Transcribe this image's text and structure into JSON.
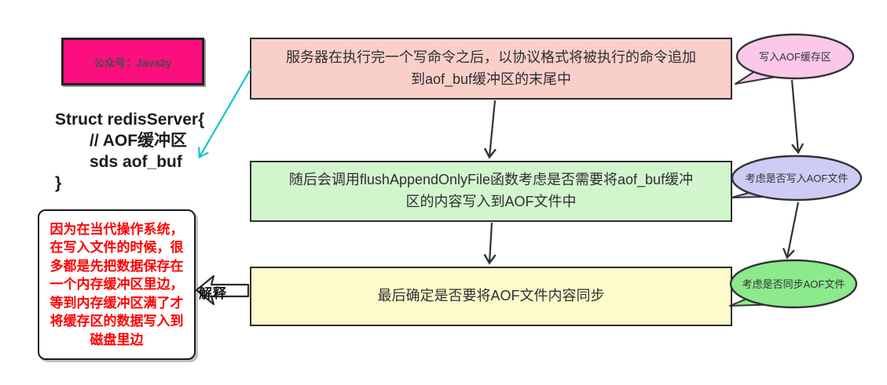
{
  "watermark": {
    "label": "公众号：Java3y",
    "bg": "#fb0f7f"
  },
  "struct_code": {
    "lines": [
      "Struct redisServer{",
      "// AOF缓冲区",
      "sds aof_buf",
      "}"
    ]
  },
  "note": {
    "text": "因为在当代操作系统，\n在写入文件的时候，很\n多都是先把数据保存在\n一个内存缓冲区里边，\n等到内存缓冲区满了才\n将缓存区的数据写入到\n磁盘里边",
    "text_color": "#ff0000"
  },
  "explain_label": "解释",
  "flow": {
    "steps": [
      {
        "id": "step-1",
        "text": "服务器在执行完一个写命令之后，以协议格式将被执行的命令追加\n到aof_buf缓冲区的末尾中",
        "bg": "#f9cfca"
      },
      {
        "id": "step-2",
        "text": "随后会调用flushAppendOnlyFile函数考虑是否需要将aof_buf缓冲\n区的内容写入到AOF文件中",
        "bg": "#d2f5ce"
      },
      {
        "id": "step-3",
        "text": "最后确定是否要将AOF文件内容同步",
        "bg": "#fdfbcb"
      }
    ],
    "bubbles": [
      {
        "id": "bubble-1",
        "text": "写入AOF缓存区",
        "bg": "#fbc8e9"
      },
      {
        "id": "bubble-2",
        "text": "考虑是否写入AOF文件",
        "bg": "#cdccf4"
      },
      {
        "id": "bubble-3",
        "text": "考虑是否同步AOF文件",
        "bg": "#8ce98c"
      }
    ]
  },
  "colors": {
    "accent_cyan": "#16c3cb",
    "stroke_dark": "#333333",
    "note_text": "#ff0000",
    "watermark_bg": "#fb0f7f"
  }
}
